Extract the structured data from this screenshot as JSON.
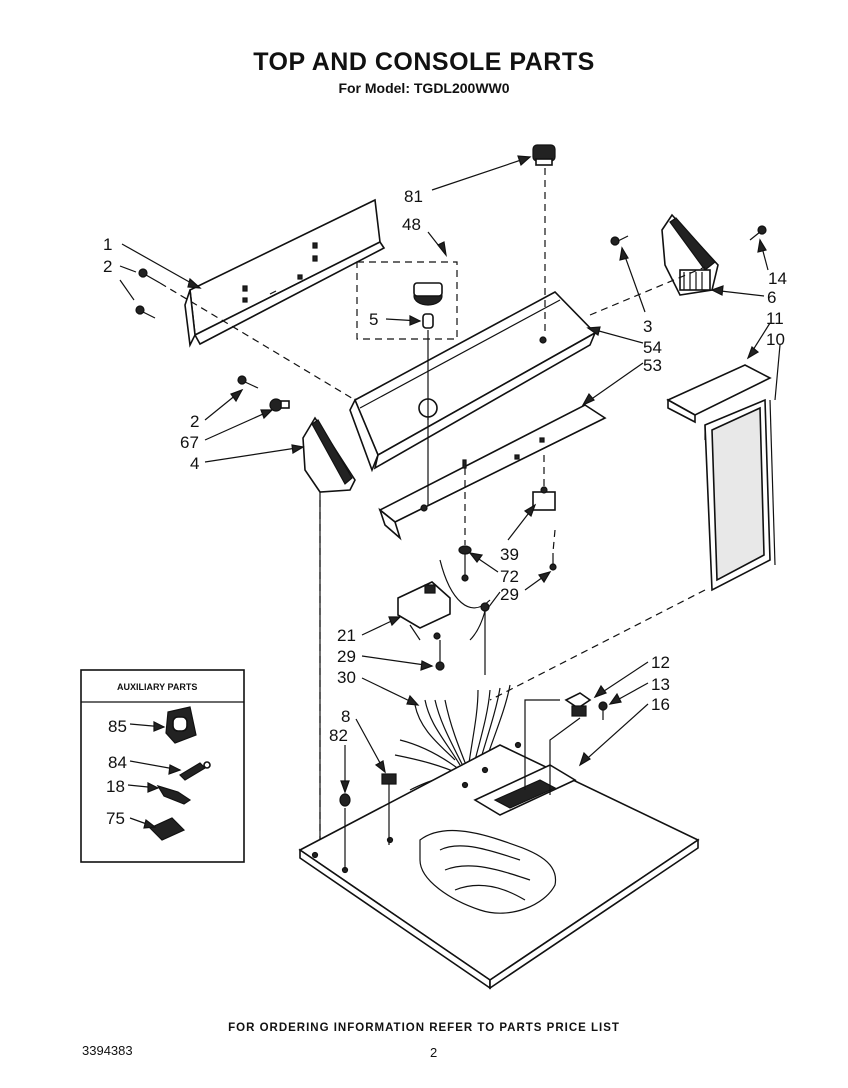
{
  "header": {
    "title": "TOP AND CONSOLE PARTS",
    "subtitle": "For Model: TGDL200WW0"
  },
  "aux_box": {
    "title": "AUXILIARY PARTS"
  },
  "callouts": {
    "c1": "1",
    "c2a": "2",
    "c2b": "2",
    "c3": "3",
    "c4": "4",
    "c5": "5",
    "c6": "6",
    "c8": "8",
    "c10": "10",
    "c11": "11",
    "c12": "12",
    "c13": "13",
    "c14": "14",
    "c16": "16",
    "c18": "18",
    "c21": "21",
    "c29a": "29",
    "c29b": "29",
    "c30": "30",
    "c39": "39",
    "c48": "48",
    "c53": "53",
    "c54": "54",
    "c67": "67",
    "c72": "72",
    "c75": "75",
    "c81": "81",
    "c82": "82",
    "c84": "84",
    "c85": "85"
  },
  "footer": {
    "ordering_note": "FOR ORDERING INFORMATION REFER TO PARTS PRICE LIST",
    "doc_number": "3394383",
    "page_number": "2"
  }
}
